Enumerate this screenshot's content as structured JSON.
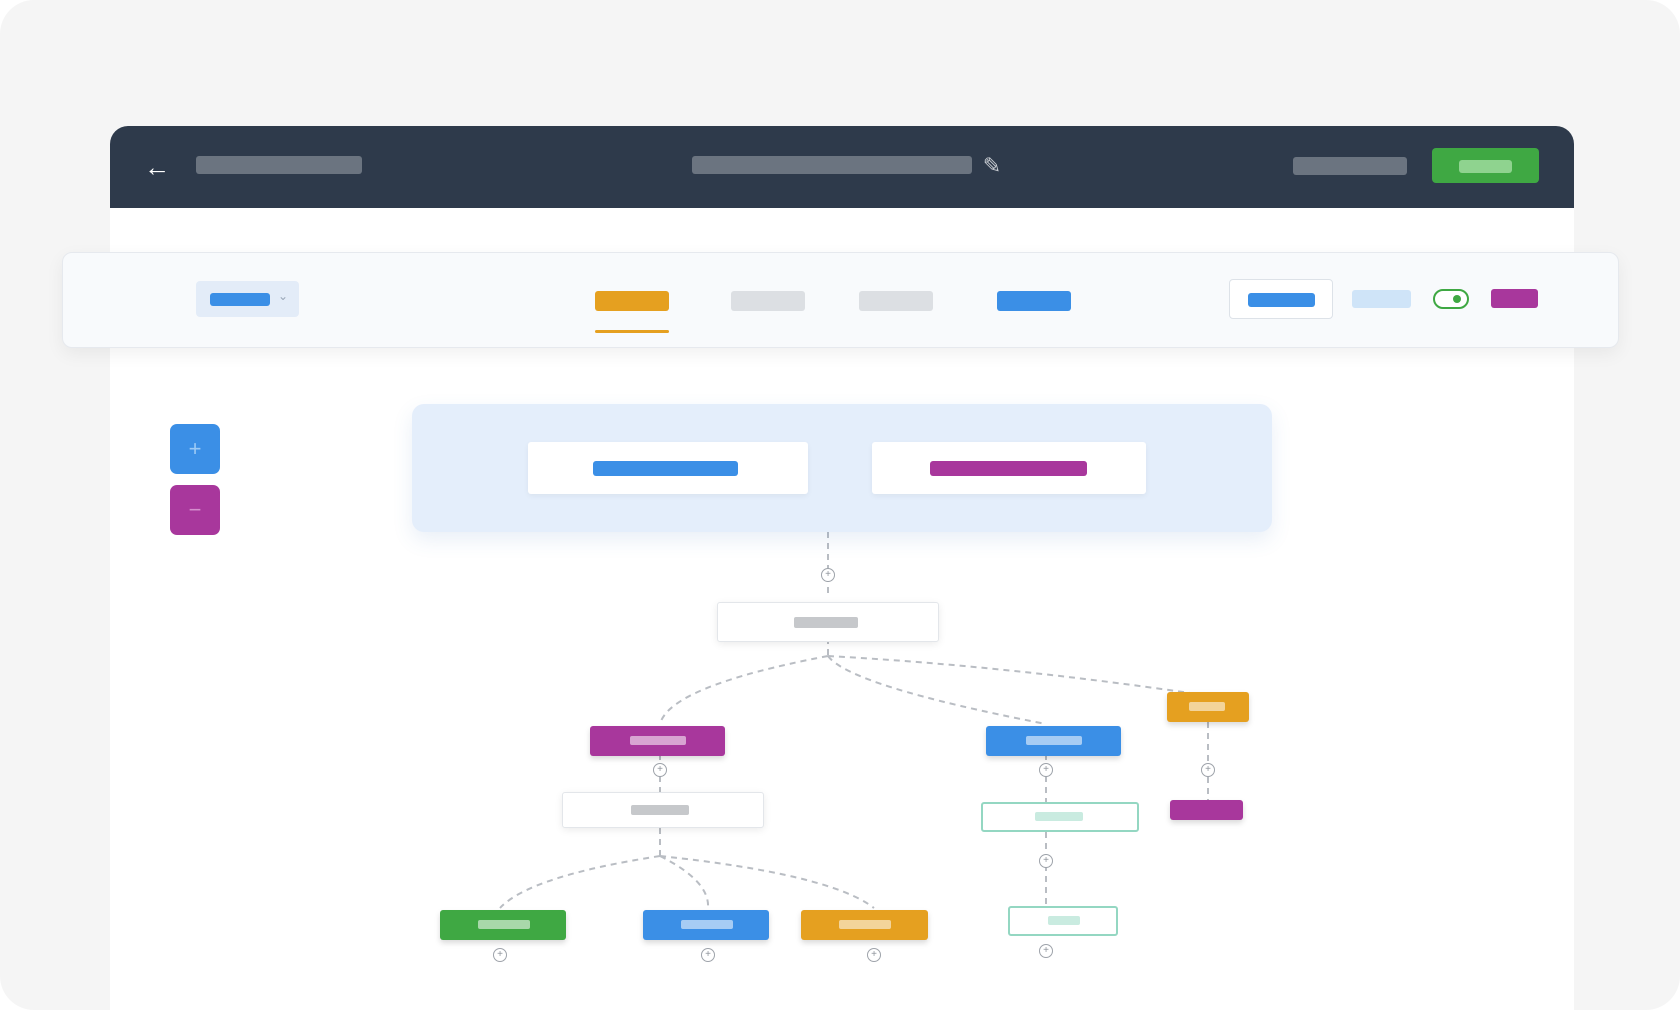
{
  "colors": {
    "topbar_bg": "#2e3a4b",
    "green": "#3fa843",
    "blue": "#3b8fe6",
    "magenta": "#a8379c",
    "orange": "#e5a020",
    "light_blue": "#cfe4f8",
    "placeholder_gray": "#dcdfe3",
    "teal_outline": "#94d7c2",
    "trigger_panel": "#e4eefb"
  },
  "icons": {
    "back": "arrow-left",
    "edit": "pencil",
    "dropdown": "chevron-down",
    "zoom_in": "plus",
    "zoom_out": "minus",
    "add_step": "plus-in-circle"
  },
  "topbar": {
    "back_glyph": "←",
    "edit_glyph": "✎"
  },
  "toolbar": {
    "dropdown_chevron": "⌄",
    "tabs_count": 4
  },
  "zoom": {
    "in_glyph": "+",
    "out_glyph": "−"
  },
  "flow": {
    "add_glyph": "+"
  }
}
